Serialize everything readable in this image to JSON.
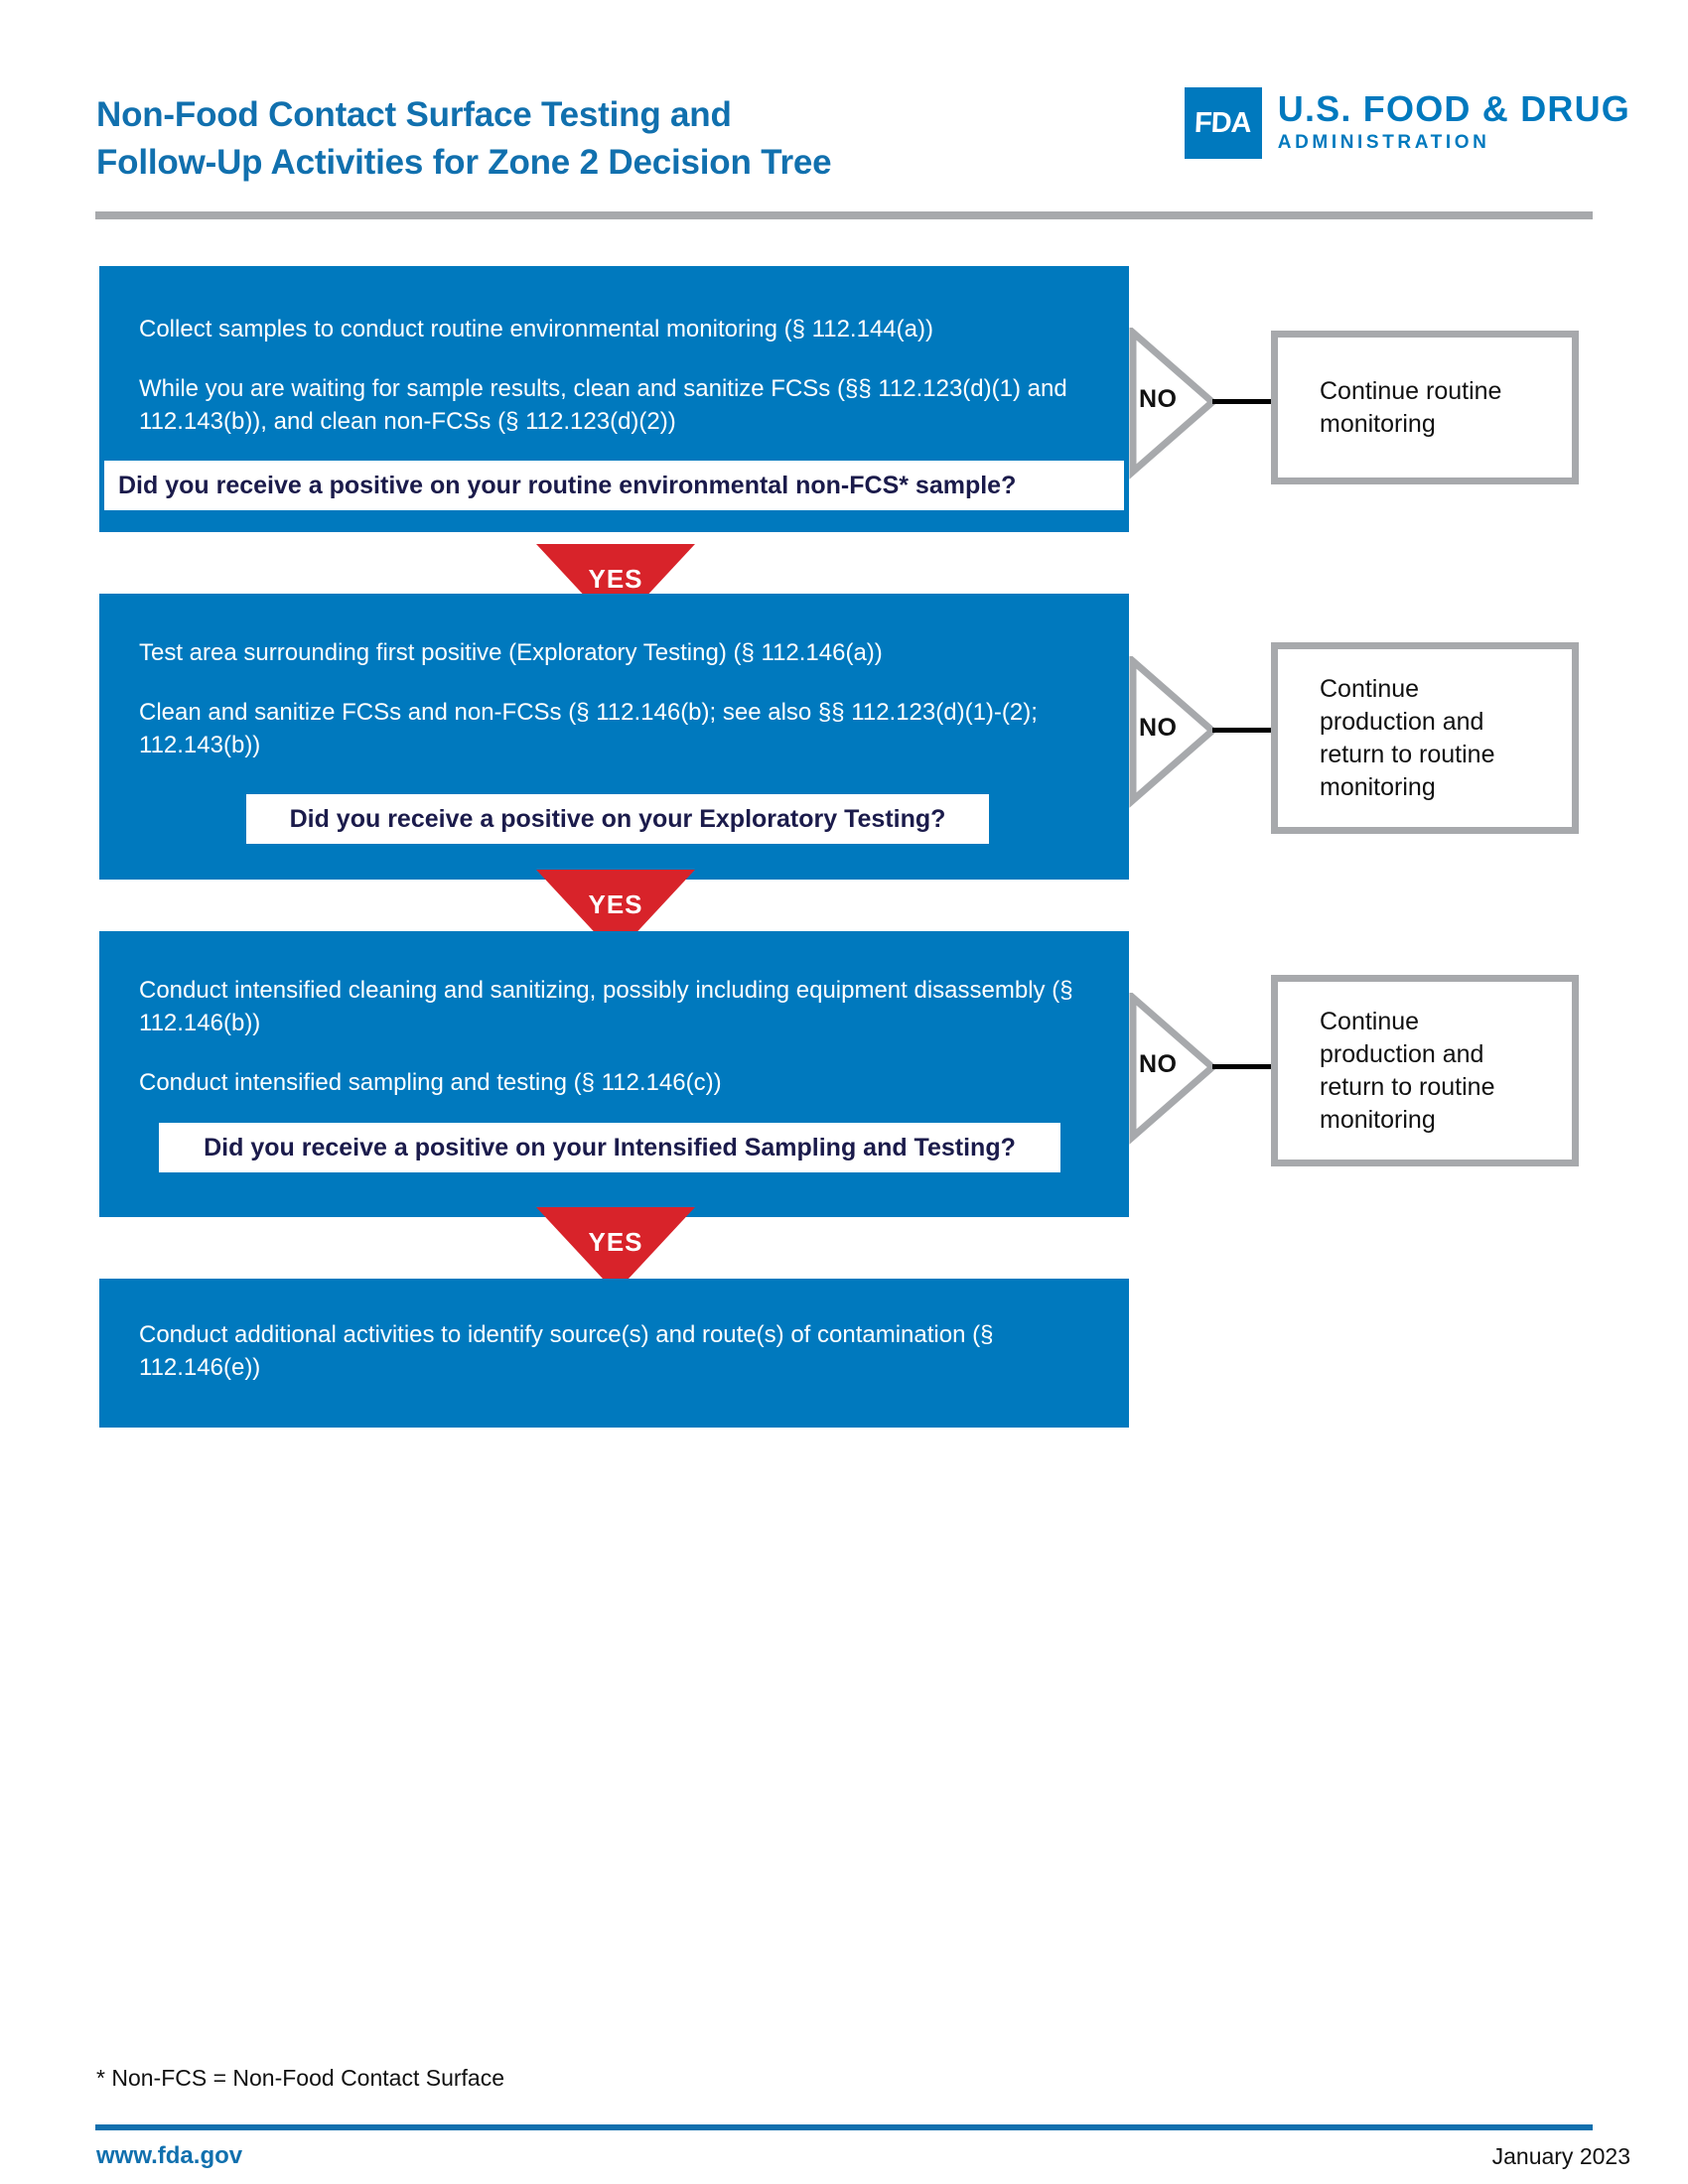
{
  "header": {
    "title_line1": "Non-Food Contact Surface Testing and",
    "title_line2": "Follow-Up Activities for Zone 2 Decision Tree",
    "logo": {
      "mark_text": "FDA",
      "wordmark_line1": "U.S. FOOD & DRUG",
      "wordmark_line2": "ADMINISTRATION"
    },
    "rule_color": "#A7A9AC"
  },
  "colors": {
    "brand_blue": "#0079BE",
    "title_blue": "#1170AE",
    "yes_red": "#D8232A",
    "gray_border": "#A7A9AC",
    "question_text": "#1B1B4B"
  },
  "flow": {
    "steps": [
      {
        "id": "step-1",
        "lines": [
          "Collect samples to conduct routine environmental monitoring (§ 112.144(a))",
          "While you are waiting for sample results, clean and sanitize FCSs (§§ 112.123(d)(1) and 112.143(b)), and clean non-FCSs (§ 112.123(d)(2))"
        ],
        "question": "Did you receive a positive on your routine environmental non-FCS* sample?",
        "no_label": "NO",
        "no_outcome": "Continue routine monitoring",
        "yes_label": "YES"
      },
      {
        "id": "step-2",
        "lines": [
          "Test area surrounding first positive (Exploratory Testing) (§ 112.146(a))",
          "Clean and sanitize FCSs and non-FCSs (§ 112.146(b); see also §§ 112.123(d)(1)-(2); 112.143(b))"
        ],
        "question": "Did you receive a positive on your Exploratory Testing?",
        "no_label": "NO",
        "no_outcome": "Continue production and return to routine monitoring",
        "yes_label": "YES"
      },
      {
        "id": "step-3",
        "lines": [
          "Conduct intensified cleaning and sanitizing, possibly including equipment disassembly (§ 112.146(b))",
          "Conduct intensified sampling and testing (§ 112.146(c))"
        ],
        "question": "Did you receive a positive on your Intensified Sampling and Testing?",
        "no_label": "NO",
        "no_outcome": "Continue production and return to routine monitoring",
        "yes_label": "YES"
      },
      {
        "id": "step-4",
        "lines": [
          "Conduct additional activities to identify source(s) and route(s) of contamination (§ 112.146(e))"
        ],
        "question": null,
        "no_label": null,
        "no_outcome": null,
        "yes_label": null
      }
    ]
  },
  "footer": {
    "footnote": "* Non-FCS = Non-Food Contact Surface",
    "url": "www.fda.gov",
    "date": "January 2023"
  }
}
